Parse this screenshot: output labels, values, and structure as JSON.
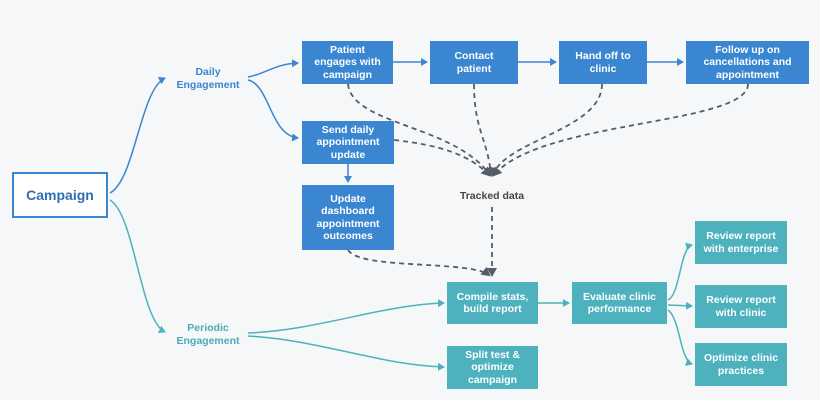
{
  "root": {
    "label": "Campaign"
  },
  "branches": {
    "daily": "Daily\nEngagement",
    "periodic": "Periodic\nEngagement"
  },
  "daily_nodes": {
    "patient_engages": "Patient\nengages with\ncampaign",
    "contact_patient": "Contact\npatient",
    "hand_off": "Hand off to\nclinic",
    "follow_up": "Follow up on\ncancellations and\nappointment",
    "send_daily": "Send daily\nappointment\nupdate",
    "update_dashboard": "Update\ndashboard\nappointment\noutcomes"
  },
  "tracked_data": "Tracked data",
  "periodic_nodes": {
    "compile_stats": "Compile stats,\nbuild report",
    "split_test": "Split test &\noptimize\ncampaign",
    "evaluate_clinic": "Evaluate clinic\nperformance",
    "review_enterprise": "Review report\nwith enterprise",
    "review_clinic": "Review report\nwith clinic",
    "optimize_practices": "Optimize clinic\npractices"
  },
  "colors": {
    "blue": "#3a86d0",
    "teal": "#4db2be",
    "dashed": "#555e66",
    "background": "#f6f7f9"
  }
}
